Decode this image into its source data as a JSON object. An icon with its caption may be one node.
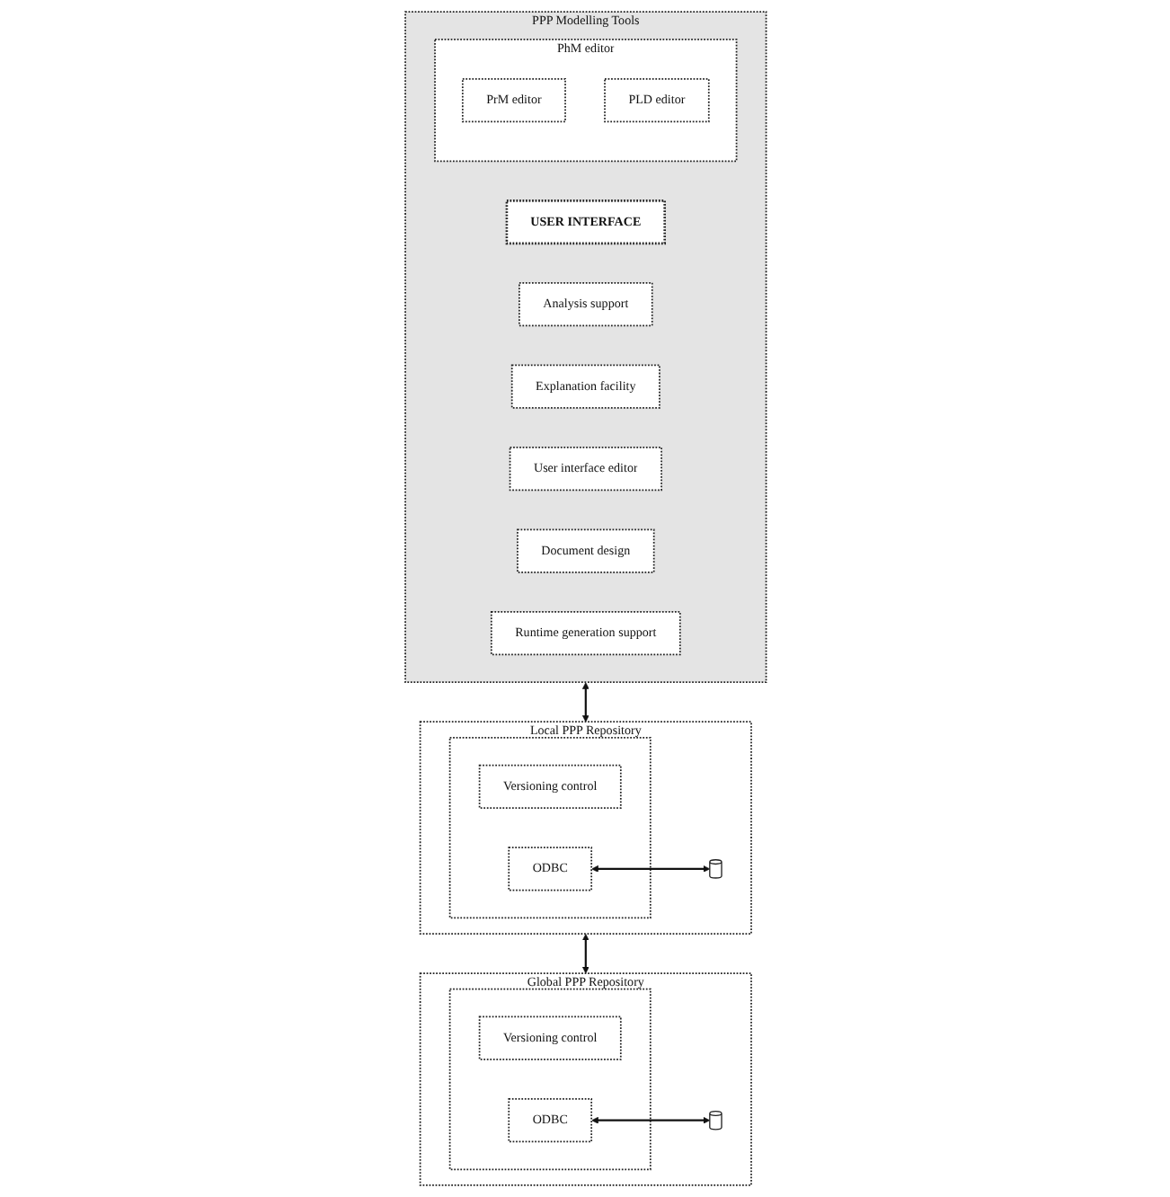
{
  "diagram": {
    "nodes": [
      {
        "text": [
          "PPP Modelling Tools"
        ]
      },
      {
        "text": [
          "USER INTERFACE"
        ],
        "in": 0
      },
      {
        "text": [
          "PhM editor"
        ],
        "in": 0
      },
      {
        "text": [
          "PrM editor"
        ],
        "in": 2
      },
      {
        "text": [
          "PLD editor"
        ],
        "in": 2
      },
      {
        "text": [
          "Analysis support"
        ],
        "in": 0
      },
      {
        "text": [
          "Explanation facility"
        ],
        "in": 0
      },
      {
        "text": [
          "User interface editor"
        ],
        "in": 0
      },
      {
        "text": [
          "Document design"
        ],
        "in": 0
      },
      {
        "text": [
          "Runtime generation support"
        ],
        "in": 0
      },
      {
        "text": [
          "Local PPP Repository"
        ]
      },
      {
        "text": [],
        "shape": "box",
        "in": 10
      },
      {
        "text": [
          "Versioning control"
        ],
        "in": 11
      },
      {
        "text": [
          "ODBC"
        ],
        "in": 11
      },
      {
        "text": [],
        "shape": "cylinder",
        "in": 10
      },
      {
        "text": [
          "Global PPP Repository"
        ]
      },
      {
        "text": [],
        "shape": "box",
        "in": 15
      },
      {
        "text": [
          "Versioning control"
        ],
        "in": 16
      },
      {
        "text": [
          "ODBC"
        ],
        "in": 16
      },
      {
        "text": [],
        "shape": "cylinder",
        "in": 15
      }
    ],
    "edges": [
      {
        "from": 0,
        "to": 10,
        "arrow": "both"
      },
      {
        "from": 13,
        "to": 14,
        "arrow": "both"
      },
      {
        "from": 10,
        "to": 15,
        "arrow": "both"
      },
      {
        "from": 18,
        "to": 19,
        "arrow": "both"
      }
    ]
  }
}
